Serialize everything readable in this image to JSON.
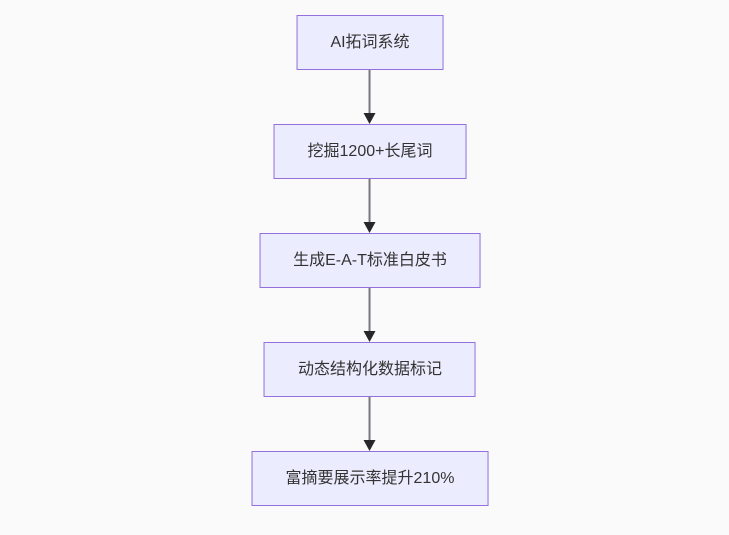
{
  "page": {
    "background_color": "#fafafa"
  },
  "diagram": {
    "type": "flowchart",
    "direction": "top-down",
    "node_fill_color": "#ECECFF",
    "node_border_color": "#9370DB",
    "node_text_color": "#333333",
    "arrow_line_color": "#77777d",
    "arrow_head_color": "#26262b",
    "nodes": [
      {
        "label": "AI拓词系统"
      },
      {
        "label": "挖掘1200+长尾词"
      },
      {
        "label": "生成E-A-T标准白皮书"
      },
      {
        "label": "动态结构化数据标记"
      },
      {
        "label": "富摘要展示率提升210%"
      }
    ],
    "edges": [
      {
        "from": 0,
        "to": 1,
        "arrow": "down"
      },
      {
        "from": 1,
        "to": 2,
        "arrow": "down"
      },
      {
        "from": 2,
        "to": 3,
        "arrow": "down"
      },
      {
        "from": 3,
        "to": 4,
        "arrow": "down"
      }
    ]
  }
}
